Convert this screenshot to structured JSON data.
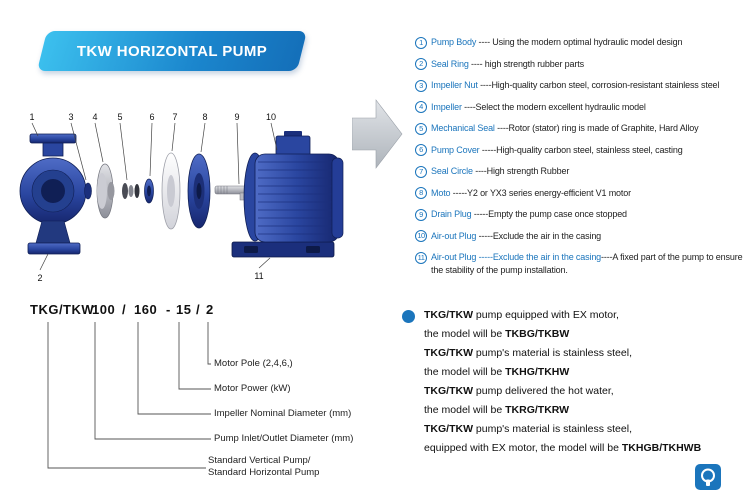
{
  "banner": {
    "title": "TKW HORIZONTAL PUMP"
  },
  "diagram": {
    "callouts": [
      "1",
      "3",
      "4",
      "5",
      "6",
      "7",
      "8",
      "9",
      "10",
      "2",
      "11"
    ]
  },
  "parts_list": {
    "items": [
      {
        "num": "1",
        "name": "Pump Body",
        "desc": " ---- Using the modern optimal hydraulic model design"
      },
      {
        "num": "2",
        "name": "Seal Ring",
        "desc": " ---- high strength rubber parts"
      },
      {
        "num": "3",
        "name": "Impeller Nut",
        "desc": " ----High-quality carbon steel, corrosion-resistant stainless steel"
      },
      {
        "num": "4",
        "name": "Impeller",
        "desc": " ----Select the modern excellent hydraulic model"
      },
      {
        "num": "5",
        "name": "Mechanical Seal",
        "desc": " ----Rotor (stator) ring is made of Graphite, Hard Alloy"
      },
      {
        "num": "6",
        "name": "Pump Cover",
        "desc": " -----High-quality carbon steel, stainless steel, casting"
      },
      {
        "num": "7",
        "name": "Seal Circle",
        "desc": " ----High strength Rubber"
      },
      {
        "num": "8",
        "name": "Moto",
        "desc": " -----Y2 or YX3 series energy-efficient V1 motor"
      },
      {
        "num": "9",
        "name": "Drain Plug",
        "desc": " -----Empty the pump case once stopped"
      },
      {
        "num": "10",
        "name": "Air-out Plug",
        "desc": " -----Exclude the air in the casing"
      },
      {
        "num": "11",
        "name": "Air-out Plug",
        "mid": " -----Exclude the air in the casing",
        "desc": "----A fixed part of the pump to ensure the stability of the pump installation."
      }
    ]
  },
  "model_code": {
    "tokens": [
      "TKG/TKW",
      "100",
      "/",
      "160",
      "-",
      "15",
      "/",
      "2"
    ],
    "labels": [
      "Motor Pole (2,4,6,)",
      "Motor Power  (kW)",
      "Impeller Nominal Diameter (mm)",
      "Pump Inlet/Outlet Diameter (mm)",
      "Standard Vertical Pump/",
      "Standard  Horizontal Pump"
    ]
  },
  "notes": [
    {
      "brand": "TKG/TKW",
      "line1": " pump equipped with EX motor,",
      "line2": "the model will be ",
      "code": "TKBG/TKBW"
    },
    {
      "brand": "TKG/TKW",
      "line1": " pump's material is stainless steel,",
      "line2": "the model will be ",
      "code": "TKHG/TKHW"
    },
    {
      "brand": "TKG/TKW",
      "line1": " pump delivered the hot water,",
      "line2": "the model will be ",
      "code": "TKRG/TKRW"
    },
    {
      "brand": "TKG/TKW",
      "line1": " pump's material is stainless steel,",
      "line2": "equipped with EX motor, the model will be ",
      "code": "TKHGB/TKHWB"
    }
  ],
  "icons": {
    "flow_arrow": "right-arrow",
    "note_bullet": "blue-dot",
    "brand_logo": "pump-logo"
  },
  "colors": {
    "accent_blue": "#1B75BC",
    "banner_light": "#3CC0EE",
    "banner_dark": "#146FB9",
    "pump_blue": "#2B3990",
    "arrow_gray": "#C6CBD1"
  }
}
